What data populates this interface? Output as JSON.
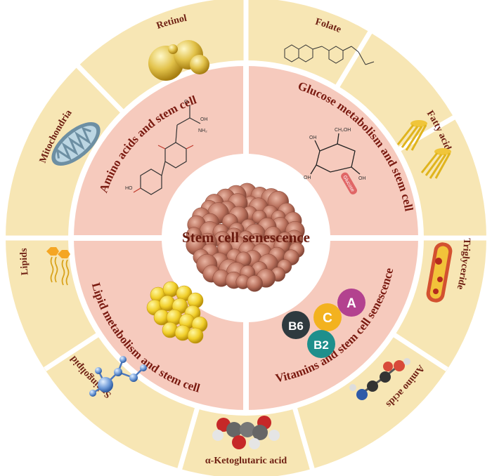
{
  "center": {
    "title": "Stem cell senescence"
  },
  "quadrants": [
    {
      "id": "amino",
      "label": "Amino acids and stem cell"
    },
    {
      "id": "glucose",
      "label": "Glucose metabolism and stem cell"
    },
    {
      "id": "lipid",
      "label": "Lipid metabolism and stem cell"
    },
    {
      "id": "vitamins",
      "label": "Vitamins and stem cell senescence"
    }
  ],
  "outer_segments": [
    {
      "label": "Retinol"
    },
    {
      "label": "Folate"
    },
    {
      "label": "Fatty acids"
    },
    {
      "label": "Triglyceride"
    },
    {
      "label": "Amino acids"
    },
    {
      "label": "α-Ketoglutaric acid"
    },
    {
      "label": "Sphingolipid"
    },
    {
      "label": "Lipids"
    },
    {
      "label": "Mitochondria"
    }
  ],
  "vitamin_badges": [
    {
      "label": "A"
    },
    {
      "label": "C"
    },
    {
      "label": "B6"
    },
    {
      "label": "B2"
    }
  ],
  "glucose_tag": "Glucose",
  "colors": {
    "outer_ring": "#f7e6b4",
    "inner_ring": "#f6cabd",
    "text": "#6e1f12",
    "vit_a": "#b3428f",
    "vit_c": "#f3b21f",
    "vit_b6": "#2f3a3f",
    "vit_b2": "#1e8f8c"
  }
}
